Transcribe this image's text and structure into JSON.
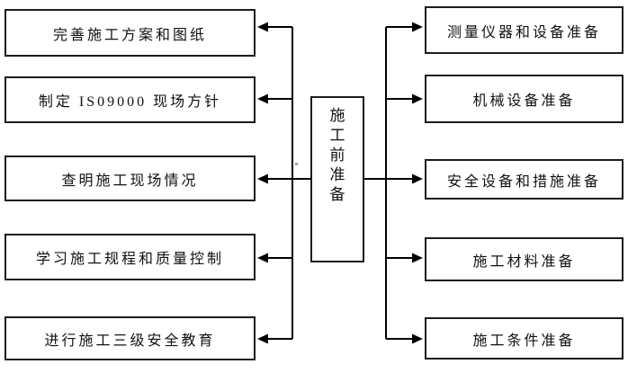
{
  "center_box": {
    "label": "施工前准备"
  },
  "left_boxes": [
    {
      "label": "完善施工方案和图纸"
    },
    {
      "label": "制定 IS09000 现场方针"
    },
    {
      "label": "查明施工现场情况"
    },
    {
      "label": "学习施工规程和质量控制"
    },
    {
      "label": "进行施工三级安全教育"
    }
  ],
  "right_boxes": [
    {
      "label": "测量仪器和设备准备"
    },
    {
      "label": "机械设备准备"
    },
    {
      "label": "安全设备和措施准备"
    },
    {
      "label": "施工材料准备"
    },
    {
      "label": "施工条件准备"
    }
  ],
  "colors": {
    "line": "#000000",
    "box_border": "#1c1c1c",
    "background": "#ffffff",
    "text": "#111111"
  }
}
